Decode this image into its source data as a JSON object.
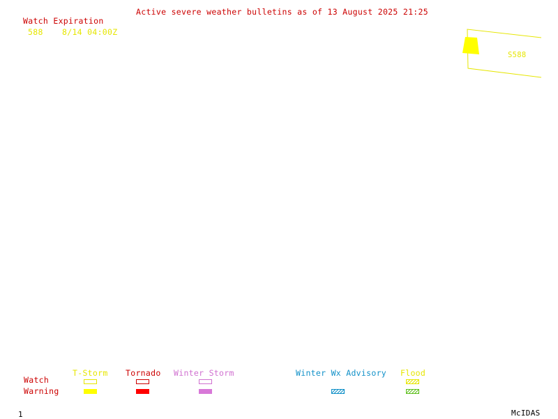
{
  "title": "Active severe weather bulletins as of 13 August 2025 21:25",
  "watch_expiration": {
    "heading": "Watch Expiration",
    "entries": [
      {
        "number": "588",
        "expires": "8/14 04:00Z"
      }
    ]
  },
  "map": {
    "watch_label": "S588",
    "watch_color": "#e6e600"
  },
  "legend": {
    "row_labels": {
      "watch": "Watch",
      "warning": "Warning"
    },
    "categories": [
      {
        "name": "T-Storm",
        "color": "#e6e600",
        "watch_style": "outline",
        "warning_style": "filled"
      },
      {
        "name": "Tornado",
        "color": "#ff0000",
        "watch_style": "outline",
        "warning_style": "filled"
      },
      {
        "name": "Winter Storm",
        "color": "#d070d0",
        "watch_style": "outline",
        "warning_style": "filled"
      },
      {
        "name": "Winter Wx Advisory",
        "color": "#1090c8",
        "watch_style": "none",
        "warning_style": "hatched"
      },
      {
        "name": "Flood",
        "color": "#e6e600",
        "watch_style": "hatched",
        "warning_style": "hatched",
        "warning_color": "#60c020"
      }
    ]
  },
  "footer": {
    "frame_number": "1",
    "brand": "McIDAS"
  }
}
